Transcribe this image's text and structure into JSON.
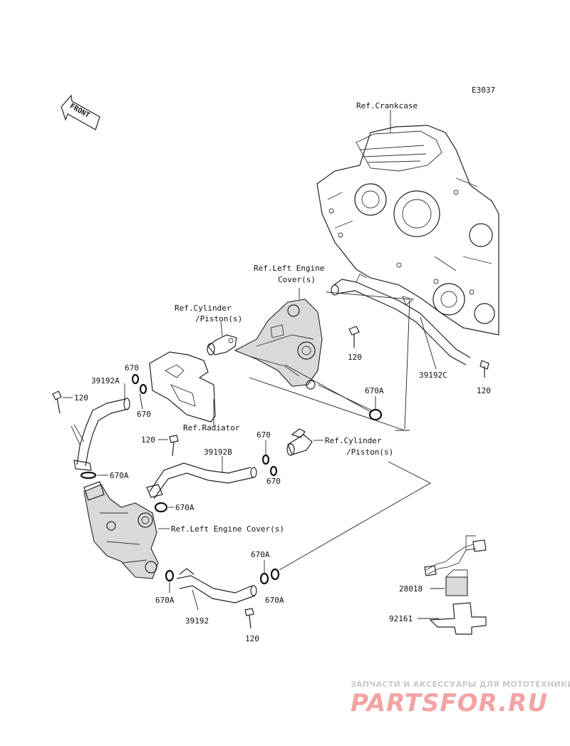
{
  "diagram": {
    "code": "E3037",
    "front_arrow_label": "FRONT",
    "references": {
      "crankcase": "Ref.Crankcase",
      "left_engine_cover_1": "Ref.Left Engine",
      "left_engine_cover_2": "Cover(s)",
      "cylinder_piston_top_1": "Ref.Cylinder",
      "cylinder_piston_top_2": "/Piston(s)",
      "radiator": "Ref.Radiator",
      "cylinder_piston_right_1": "Ref.Cylinder",
      "cylinder_piston_right_2": "/Piston(s)",
      "left_engine_cover_lower": "Ref.Left Engine Cover(s)"
    },
    "parts": {
      "bolt_120_a": "120",
      "bolt_120_b": "120",
      "bolt_120_c": "120",
      "bolt_120_d": "120",
      "bolt_120_e": "120",
      "hose_39192A": "39192A",
      "hose_39192B": "39192B",
      "hose_39192C": "39192C",
      "hose_39192": "39192",
      "oring_670_a": "670",
      "oring_670_b": "670",
      "oring_670_c": "670",
      "oring_670_d": "670",
      "oring_670A_a": "670A",
      "oring_670A_b": "670A",
      "oring_670A_c": "670A",
      "oring_670A_d": "670A",
      "oring_670A_e": "670A",
      "oring_670A_f": "670A",
      "harness_28018": "28018",
      "pad_92161": "92161"
    }
  },
  "watermark": {
    "tagline": "ЗАПЧАСТИ И АКСЕССУАРЫ ДЛЯ МОТОТЕХНИКИ",
    "logo": "PARTSFOR.RU"
  }
}
